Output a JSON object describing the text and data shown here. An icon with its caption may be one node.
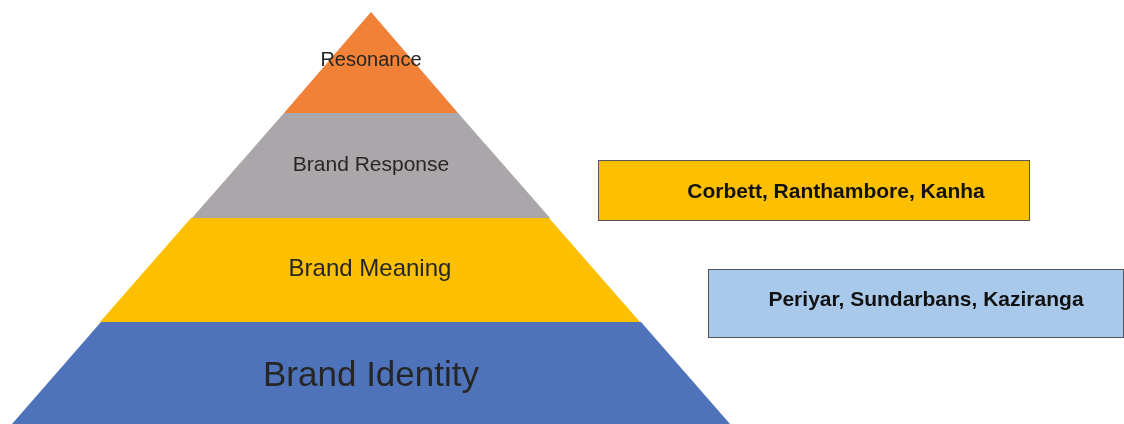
{
  "diagram": {
    "nodes": [
      {
        "text": [
          "Resonance"
        ]
      },
      {
        "text": [
          "Brand Response"
        ]
      },
      {
        "text": [
          "Brand Meaning"
        ]
      },
      {
        "text": [
          "Brand Identity"
        ]
      },
      {
        "text": [
          "Corbett, Ranthambore, Kanha"
        ]
      },
      {
        "text": [
          "Periyar, Sundarbans, Kaziranga"
        ]
      }
    ]
  }
}
